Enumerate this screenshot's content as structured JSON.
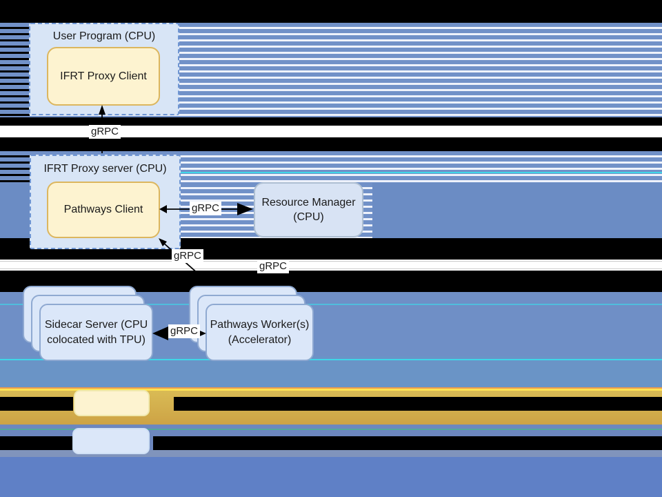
{
  "colors": {
    "stripe_blue": "#7191c8",
    "stripe_gap": "#eef2fb",
    "solid_blue": "#6b8cc4",
    "solid_blue_lower": "#6f8fc6",
    "solid_blue_gray": "#6a94c6",
    "blue_band_legend": "#6d87be",
    "gray_blue_band": "#8094bc",
    "blue_band_bottom": "#5f80c6",
    "gold_band_top": "#d9bb55",
    "gold_band_bottom": "#cda345",
    "orange_line": "#eb9c4d",
    "yellow_line": "#ffe354",
    "cyan_accent": "#3fd6e8",
    "teal_accent": "#53a89b",
    "dashed_box_fill": "#d8e5f6",
    "dashed_box_border": "#6f96d3",
    "yellow_box_fill": "#fdf3d0",
    "yellow_box_border": "#dcb65e",
    "plain_box_fill": "#d8e3f4",
    "plain_box_border": "#aebfd2",
    "stack_box_fill": "#dbe7f9",
    "stack_box_border": "#8fa9d1",
    "legend_yellow_border": "#f0e9b0",
    "legend_blue_border": "#cfe0f5"
  },
  "boxes": {
    "user_program": {
      "title": "User Program (CPU)",
      "child": "IFRT Proxy Client"
    },
    "proxy_server": {
      "title": "IFRT Proxy server (CPU)",
      "child": "Pathways Client"
    },
    "resource_manager": {
      "line1": "Resource Manager",
      "line2": "(CPU)"
    },
    "sidecar_server": {
      "line1": "Sidecar Server (CPU",
      "line2": "colocated with TPU)"
    },
    "pathways_worker": {
      "line1": "Pathways Worker(s)",
      "line2": "(Accelerator)"
    }
  },
  "edges": {
    "proxy_client_grpc": "gRPC",
    "client_rm_grpc": "gRPC",
    "client_worker_grpc": "gRPC",
    "rm_worker_grpc": "gRPC",
    "sidecar_worker_grpc": "gRPC"
  }
}
